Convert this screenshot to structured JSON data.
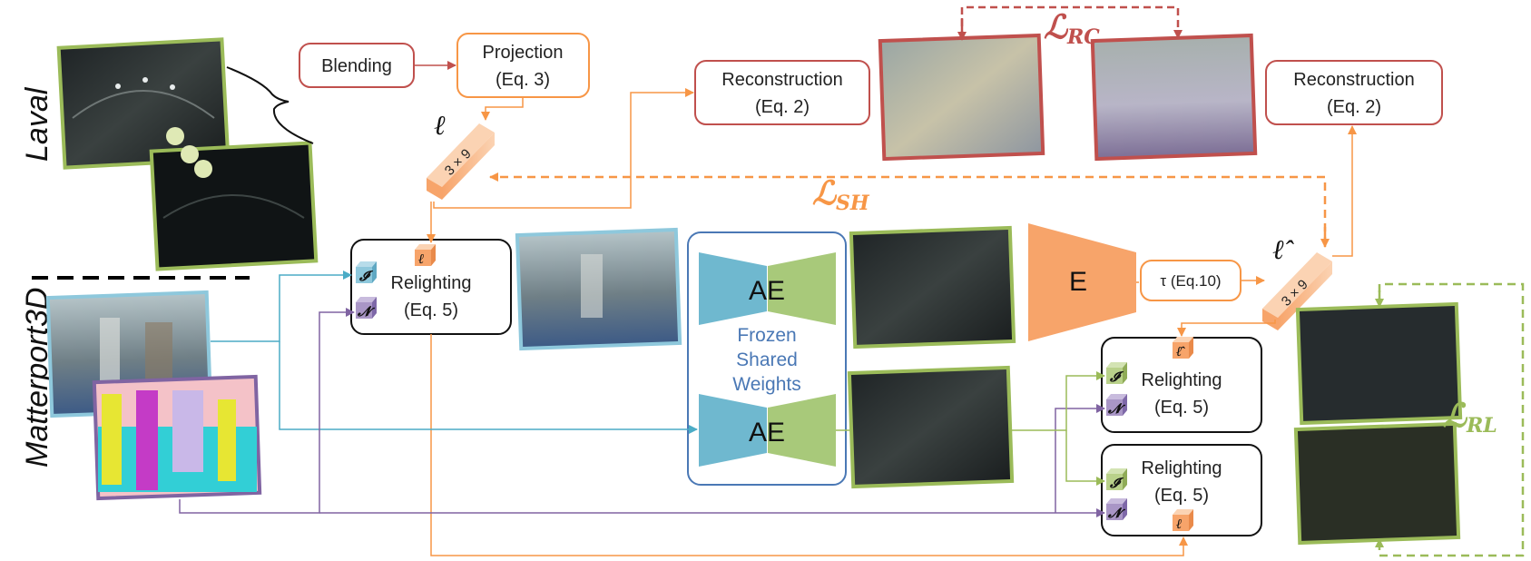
{
  "datasets": {
    "laval": "Laval",
    "matterport": "Matterport3D"
  },
  "boxes": {
    "blending": "Blending",
    "projection_1": "Projection",
    "projection_2": "(Eq. 3)",
    "recon_left_1": "Reconstruction",
    "recon_left_2": "(Eq. 2)",
    "recon_right_1": "Reconstruction",
    "recon_right_2": "(Eq. 2)",
    "relight_a_1": "Relighting",
    "relight_a_2": "(Eq. 5)",
    "relight_b_1": "Relighting",
    "relight_b_2": "(Eq. 5)",
    "relight_c_1": "Relighting",
    "relight_c_2": "(Eq. 5)",
    "tau": "τ (Eq.10)",
    "encoder": "E"
  },
  "autoencoder": {
    "top": "AE",
    "bottom": "AE",
    "frozen_1": "Frozen",
    "frozen_2": "Shared",
    "frozen_3": "Weights"
  },
  "sh": {
    "size_label": "3 × 9",
    "ell": "ℓ",
    "ell_hat": "ℓ̂"
  },
  "cubes": {
    "I": "𝓘",
    "N": "𝓝",
    "L": "ℓ",
    "L_hat": "ℓ̂"
  },
  "losses": {
    "main": "ℒ",
    "rc_sub": "RC",
    "sh_sub": "SH",
    "rl_sub": "RL"
  },
  "colors": {
    "red": "#c0504d",
    "orange": "#f79646",
    "green": "#9bbb59",
    "blue": "#4bacc6",
    "purple": "#8064a2",
    "frozen_border": "#4a78b5"
  }
}
